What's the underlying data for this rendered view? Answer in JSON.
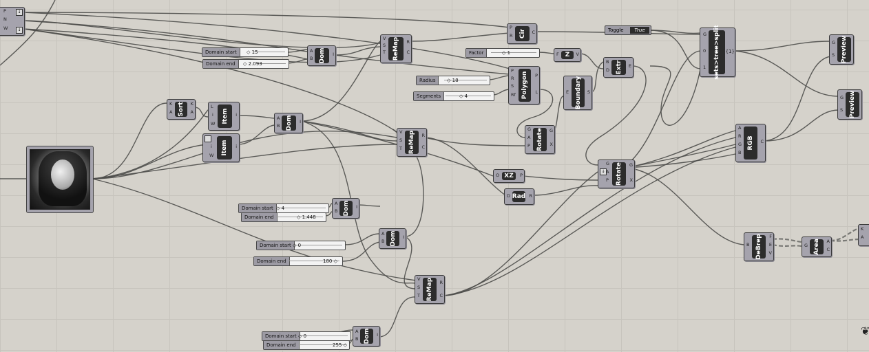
{
  "components": {
    "dom": "Dom",
    "remap": "ReMap",
    "circle": "Cir",
    "polygon": "Polygon",
    "boundary": "Boundary",
    "rotate": "Rotate",
    "extr": "Extr",
    "z": "Z",
    "xz": "XZ",
    "rad": "Rad",
    "sort": "Sort",
    "item": "Item",
    "rgb": "RGB",
    "debrep": "DeBrep",
    "area": "Area",
    "preview": "Preview",
    "tree_statement": "sets>tree>split"
  },
  "tree_path": "{1}",
  "sliders": {
    "domain_start_1": {
      "label": "Domain start",
      "value": "15"
    },
    "domain_end_1": {
      "label": "Domain end",
      "value": "2.093"
    },
    "factor": {
      "label": "Factor",
      "value": "1"
    },
    "radius": {
      "label": "Radius",
      "value": "18"
    },
    "segments": {
      "label": "Segments",
      "value": "4"
    },
    "domain_start_2": {
      "label": "Domain start",
      "value": "4"
    },
    "domain_end_2": {
      "label": "Domain end",
      "value": "1.448"
    },
    "domain_start_3": {
      "label": "Domain start",
      "value": "0"
    },
    "domain_end_3": {
      "label": "Domain end",
      "value": "180"
    },
    "domain_start_4": {
      "label": "Domain start",
      "value": "0"
    },
    "domain_end_4": {
      "label": "Domain end",
      "value": "255"
    }
  },
  "toggle": {
    "label": "Toggle",
    "value": "True"
  }
}
